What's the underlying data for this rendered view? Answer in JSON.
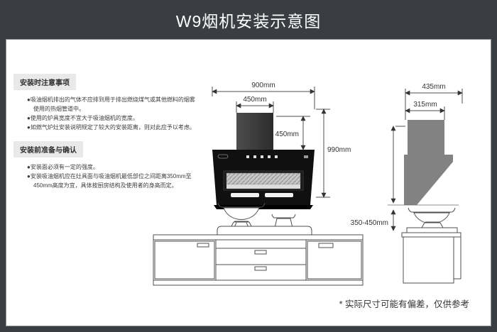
{
  "title": "W9烟机安装示意图",
  "notes": {
    "sections": [
      {
        "heading": "安装时注意事项",
        "bullets": [
          "吸油烟机排出的气体不应排到用于排出燃烧煤气或其他燃料的烟雾使用的热烟管道中。",
          "使用的炉具宽度不宜大于吸油烟机的宽度。",
          "如燃气炉灶安装说明规定了较大的安装距离，则对此应予以考虑。"
        ]
      },
      {
        "heading": "安装前准备与确认",
        "bullets": [
          "安装面必须有一定的强度。",
          "安装吸油烟机应在灶具面与吸油烟机最低部位之间距离350mm至450mm高度为宜，具体按厨房结构及使用者的身高而定。"
        ]
      }
    ]
  },
  "dimensions": {
    "front": {
      "total_width": "900mm",
      "chimney_width": "450mm",
      "chimney_height": "450mm",
      "total_height": "990mm"
    },
    "side": {
      "total_depth": "435mm",
      "chimney_depth": "315mm",
      "gap_to_cooktop": "350-450mm"
    }
  },
  "footnote": "* 实际尺寸可能有偏差，仅供参考",
  "colors": {
    "frame": "#3a3d42",
    "panel": "#ffffff",
    "heading_bg": "#e9e9e9",
    "hood_black": "#101010",
    "side_silhouette": "#828282",
    "line": "#4f4f4f"
  }
}
